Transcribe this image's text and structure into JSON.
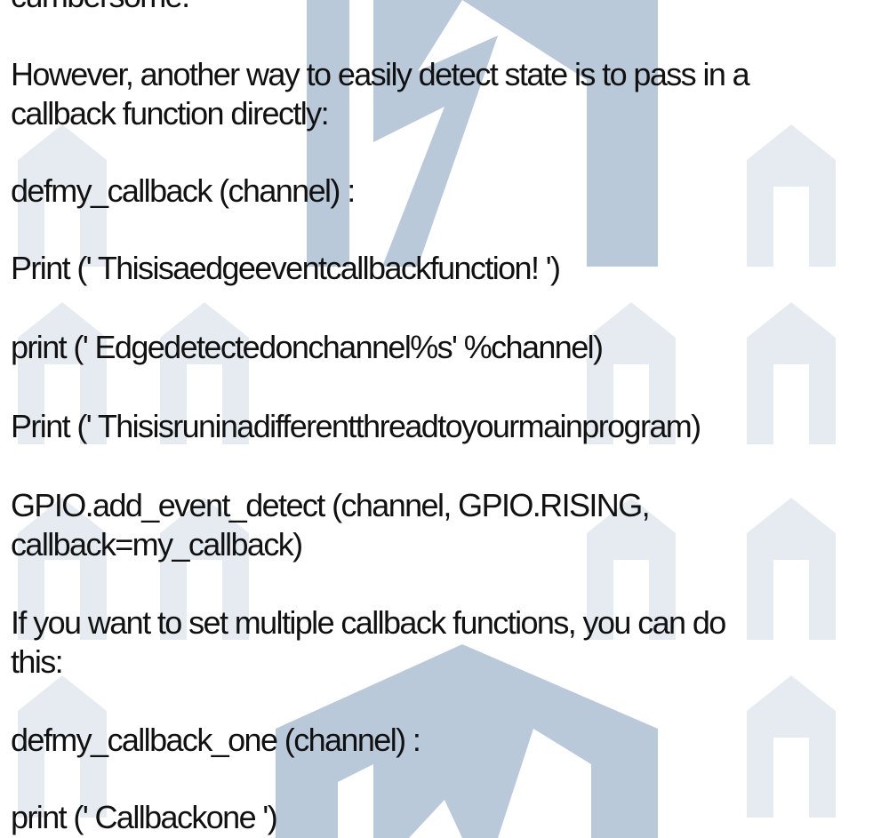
{
  "document": {
    "lines": [
      "cumbersome.",
      "However, another way to easily detect state is to pass in a",
      "callback function directly:",
      "defmy_callback (channel) :",
      "Print (' Thisisaedgeeventcallbackfunction! ')",
      "print (' Edgedetectedonchannel%s' %channel)",
      "Print (' Thisisruninadifferentthreadtoyourmainprogram)",
      "GPIO.add_event_detect (channel, GPIO.RISING,",
      "callback=my_callback)",
      "If you want to set multiple callback functions, you can do",
      "this:",
      "defmy_callback_one (channel) :",
      "print (' Callbackone ')"
    ]
  },
  "watermark": {
    "color": "#5b7fa8"
  }
}
